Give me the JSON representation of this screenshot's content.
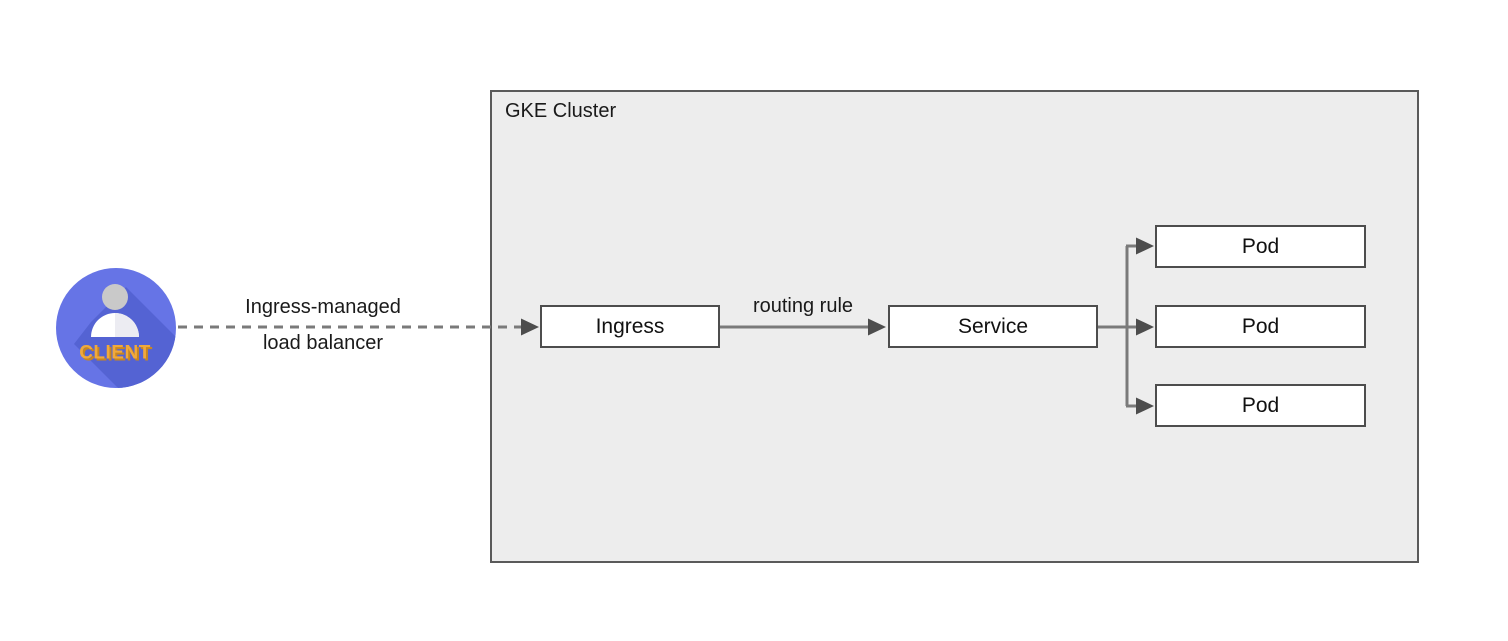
{
  "diagram": {
    "cluster_label": "GKE Cluster",
    "client_label": "CLIENT",
    "nodes": {
      "ingress": "Ingress",
      "service": "Service",
      "pods": [
        "Pod",
        "Pod",
        "Pod"
      ]
    },
    "labels": {
      "lb_line1": "Ingress-managed",
      "lb_line2": "load balancer",
      "routing": "routing rule"
    },
    "colors": {
      "client_blue": "#6674e6",
      "client_shadow_blue": "#5463d3",
      "client_gold": "#f0a93c",
      "client_gold_dark": "#c8861f",
      "head_gray": "#c9c9c9",
      "body_white": "#ffffff",
      "body_shade": "#ececf2",
      "cluster_fill": "#ededed",
      "cluster_border": "#5a5a5a",
      "node_fill": "#ffffff",
      "node_border": "#4d4d4d",
      "connector_gray": "#7a7a7a",
      "arrowhead_gray": "#4d4d4d"
    }
  }
}
